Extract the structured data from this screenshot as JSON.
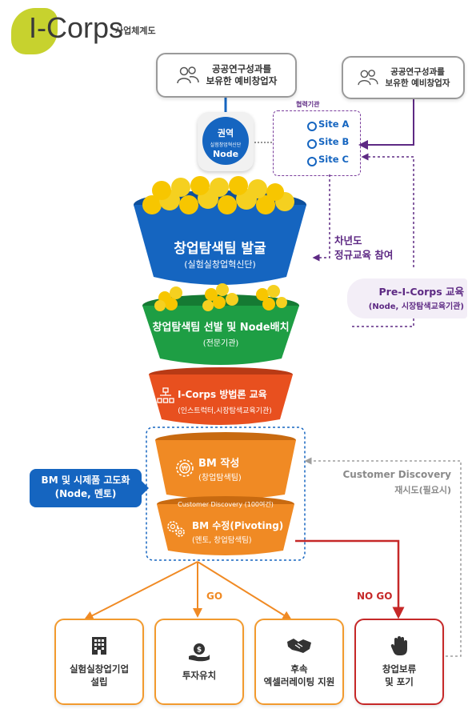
{
  "logo": {
    "text": "I-Corps",
    "subtitle": "사업체계도"
  },
  "top_left_box": {
    "label": "공공연구성과를\n보유한 예비창업자",
    "icon": "people-icon"
  },
  "top_right_box": {
    "label": "공공연구성과를\n보유한 예비창업자",
    "icon": "people-icon"
  },
  "node": {
    "title": "권역",
    "small": "실험창업혁신단",
    "name": "Node"
  },
  "partner": {
    "title": "협력기관",
    "sites": [
      "Site A",
      "Site B",
      "Site C"
    ]
  },
  "funnel1": {
    "title": "창업탐색팀 발굴",
    "sub": "(실험실창업혁신단)"
  },
  "side_note": {
    "line1": "차년도",
    "line2": "정규교육 참여"
  },
  "pre_icorps": {
    "line1": "Pre-I-Corps 교육",
    "line2": "(Node, 시장탐색교육기관)"
  },
  "funnel2": {
    "title": "창업탐색팀 선발 및 Node배치",
    "sub": "(전문기관)"
  },
  "funnel3": {
    "title": "I-Corps 방법론 교육",
    "sub": "(인스트럭터,시장탐색교육기관)"
  },
  "funnel4": {
    "title": "BM 작성",
    "sub": "(창업탐색팀)"
  },
  "customer_discovery_band": "Customer Discovery (100여건)",
  "funnel5": {
    "title": "BM 수정(Pivoting)",
    "sub": "(멘토, 창업탐색팀)"
  },
  "bm_side": {
    "line1": "BM 및 시제품 고도화",
    "line2": "(Node, 멘토)"
  },
  "retry": {
    "line1": "Customer Discovery",
    "line2": "재시도(필요시)"
  },
  "go_label": "GO",
  "nogo_label": "NO GO",
  "outcomes": [
    {
      "label": "실험실창업기업\n설립",
      "icon": "building-icon"
    },
    {
      "label": "투자유치",
      "icon": "investment-icon"
    },
    {
      "label": "후속\n엑셀러레이팅 지원",
      "icon": "handshake-icon"
    },
    {
      "label": "창업보류\n및 포기",
      "icon": "stop-hand-icon"
    }
  ],
  "colors": {
    "blue": "#1565c0",
    "green": "#1e9e44",
    "orange": "#f08a24",
    "red_orange": "#e8501f",
    "purple": "#5e2a84",
    "red": "#c62828",
    "logo": "#c7d22e"
  }
}
